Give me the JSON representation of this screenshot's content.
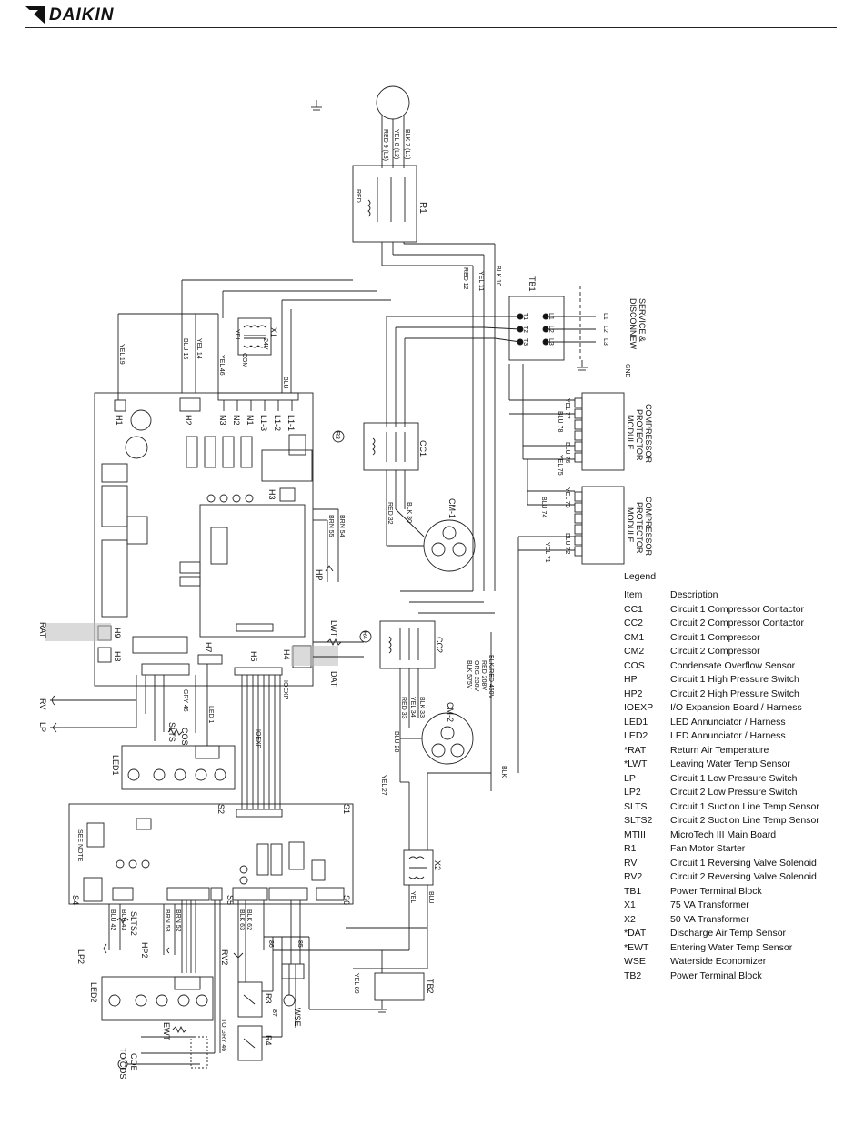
{
  "header": {
    "brand": "DAIKIN"
  },
  "labels": {
    "r1": "R1",
    "tb1": "TB1",
    "x1": "X1",
    "service": "SERVICE &",
    "disconnect": "DISCONNEW",
    "gnd": "GND",
    "cpm_a": "COMPRESSOR",
    "cpm_b": "PROTECTOR",
    "cpm_c": "MODULE",
    "cc1": "CC1",
    "cc2": "CC2",
    "cm1": "CM-1",
    "cm2": "CM-2",
    "h1": "H1",
    "h2": "H2",
    "h3": "H3",
    "h4": "H4",
    "h5": "H5",
    "h7": "H7",
    "h8": "H8",
    "h9": "H9",
    "n3": "N3",
    "n2": "N2",
    "n1": "N1",
    "l13": "L1-3",
    "l12": "L1-2",
    "l11": "L1-1",
    "hp": "HP",
    "lwt": "LWT",
    "dat": "DAT",
    "rat": "RAT",
    "rv": "RV",
    "lp": "LP",
    "slts": "SLTS",
    "cos": "COS",
    "led1": "LED1",
    "s1": "S1",
    "s2": "S2",
    "s4": "S4",
    "s5": "S5",
    "s6": "S6",
    "slts2": "SLTS2",
    "hp2": "HP2",
    "led2": "LED2",
    "lp2": "LP2",
    "rv2": "RV2",
    "ewt": "EWT",
    "coe": "COE",
    "tocos": "TO COS",
    "x2": "X2",
    "tb2": "TB2",
    "r3": "R3",
    "r4": "R4",
    "wse": "WSE",
    "r3c": "R3",
    "r4c": "R4",
    "yel": "YEL",
    "blu": "BLU",
    "blk": "BLK",
    "red": "RED",
    "ioexp": "IOEXP",
    "seenote": "SEE NOTE",
    "com": "COM",
    "w24": "24V",
    "blk7": "BLK 7 (L1)",
    "yel8": "YEL 8 (L2)",
    "red9": "RED 9 (L3)",
    "blk10": "BLK 10",
    "yel11": "YEL 11",
    "red12": "RED 12",
    "yel19": "YEL 19",
    "blu15": "BLU 15",
    "yel14": "YEL 14",
    "yel46": "YEL 46",
    "blk30": "BLK 30",
    "red32": "RED 32",
    "brn54": "BRN 54",
    "brn55": "BRN 55",
    "yel27": "YEL 27",
    "blu28": "BLU 28",
    "red33": "RED 33",
    "yel34": "YEL 34",
    "blk33": "BLK 33",
    "gry46": "GRY 46",
    "led1w": "LED 1",
    "ioexpw": "IOEXP",
    "blu42": "BLU 42",
    "blu43": "BLU 43",
    "brn53": "BRN 53",
    "brn52": "BRN 52",
    "blk63": "BLK 63",
    "blk62": "BLK 62",
    "yel89": "YEL 89",
    "togry46": "TO GRY 46",
    "v460": "BLK/RED  460V",
    "v208": "RED  208V",
    "v230": "ORG  230V",
    "v575": "BLK  575V",
    "t1": "T1",
    "t2": "T2",
    "t3": "T3",
    "l1": "L1",
    "l2": "L2",
    "l3": "L3",
    "yel71": "YEL 71",
    "blu72": "BLU 72",
    "yel73": "YEL 73",
    "blu74": "BLU 74",
    "yel75": "YEL 75",
    "blu76": "BLU 76",
    "yel77": "YEL 77",
    "blu78": "BLU 78",
    "w85": "85",
    "w86": "86",
    "w87": "87"
  },
  "legend": {
    "title": "Legend",
    "col_item": "Item",
    "col_desc": "Description",
    "rows": [
      {
        "item": "CC1",
        "desc": "Circuit 1 Compressor Contactor"
      },
      {
        "item": "CC2",
        "desc": "Circuit 2 Compressor Contactor"
      },
      {
        "item": "CM1",
        "desc": "Circuit 1 Compressor"
      },
      {
        "item": "CM2",
        "desc": "Circuit 2 Compressor"
      },
      {
        "item": "COS",
        "desc": "Condensate Overflow Sensor"
      },
      {
        "item": "HP",
        "desc": "Circuit 1 High Pressure Switch"
      },
      {
        "item": "HP2",
        "desc": "Circuit 2 High Pressure Switch"
      },
      {
        "item": "IOEXP",
        "desc": "I/O Expansion Board / Harness"
      },
      {
        "item": "LED1",
        "desc": "LED Annunciator / Harness"
      },
      {
        "item": "LED2",
        "desc": "LED Annunciator / Harness"
      },
      {
        "item": "*RAT",
        "desc": "Return Air Temperature"
      },
      {
        "item": "*LWT",
        "desc": "Leaving Water Temp Sensor"
      },
      {
        "item": "LP",
        "desc": "Circuit 1 Low Pressure Switch"
      },
      {
        "item": "LP2",
        "desc": "Circuit 2 Low Pressure Switch"
      },
      {
        "item": "SLTS",
        "desc": "Circuit 1 Suction Line Temp Sensor"
      },
      {
        "item": "SLTS2",
        "desc": "Circuit 2 Suction Line Temp Sensor"
      },
      {
        "item": "MTIII",
        "desc": "MicroTech III Main Board"
      },
      {
        "item": "R1",
        "desc": "Fan Motor Starter"
      },
      {
        "item": "RV",
        "desc": "Circuit 1 Reversing Valve Solenoid"
      },
      {
        "item": "RV2",
        "desc": "Circuit 2 Reversing Valve Solenoid"
      },
      {
        "item": "TB1",
        "desc": "Power Terminal Block"
      },
      {
        "item": "X1",
        "desc": "75 VA Transformer"
      },
      {
        "item": "X2",
        "desc": "50 VA Transformer"
      },
      {
        "item": "*DAT",
        "desc": "Discharge Air Temp Sensor"
      },
      {
        "item": "*EWT",
        "desc": "Entering Water Temp Sensor"
      },
      {
        "item": "WSE",
        "desc": "Waterside Economizer"
      },
      {
        "item": "TB2",
        "desc": "Power Terminal Block"
      }
    ]
  }
}
